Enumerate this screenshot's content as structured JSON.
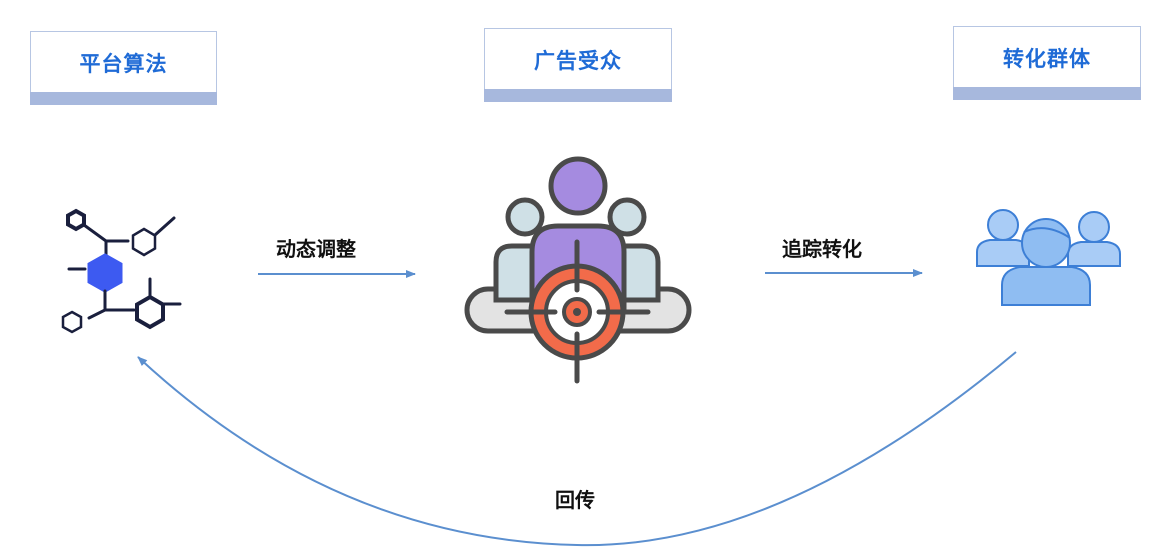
{
  "nodes": {
    "algorithm": {
      "label": "平台算法"
    },
    "audience": {
      "label": "广告受众"
    },
    "converted": {
      "label": "转化群体"
    }
  },
  "edges": {
    "adjust": {
      "label": "动态调整"
    },
    "track": {
      "label": "追踪转化"
    },
    "feedback": {
      "label": "回传"
    }
  },
  "colors": {
    "label_text": "#1f6bd6",
    "label_bar": "#a7b8dd",
    "arrow": "#5b8fcf",
    "molecule_dark": "#1a1f3d",
    "molecule_accent": "#3d5af1",
    "target_orange": "#f26b4a",
    "person_purple": "#a58be0",
    "person_blue": "#7fb2ef"
  }
}
